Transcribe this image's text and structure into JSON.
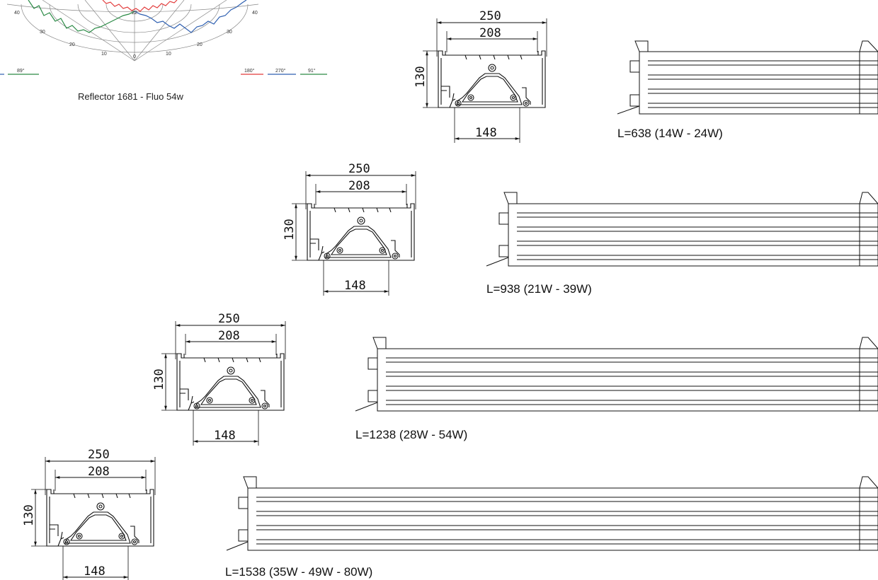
{
  "polar_chart": {
    "caption": "Reflector 1681 - Fluo 54w",
    "rings_left": [
      "40",
      "30",
      "20",
      "10",
      "0"
    ],
    "rings_right": [
      "10",
      "20",
      "30",
      "40"
    ],
    "center_label": "22",
    "legend_left": "89°",
    "legend": [
      {
        "label": "180°",
        "color": "#e23b3b"
      },
      {
        "label": "270°",
        "color": "#2e5fb0"
      },
      {
        "label": "91°",
        "color": "#2a8a45"
      }
    ],
    "colors": {
      "red": "#e23b3b",
      "blue": "#2e5fb0",
      "green": "#2a8a45"
    }
  },
  "cross_section": {
    "width_outer": "250",
    "width_inner": "208",
    "height": "130",
    "bottom_width": "148"
  },
  "luminaires": [
    {
      "length_label": "L=638 (14W - 24W)"
    },
    {
      "length_label": "L=938 (21W - 39W)"
    },
    {
      "length_label": "L=1238 (28W - 54W)"
    },
    {
      "length_label": "L=1538 (35W - 49W - 80W)"
    }
  ]
}
